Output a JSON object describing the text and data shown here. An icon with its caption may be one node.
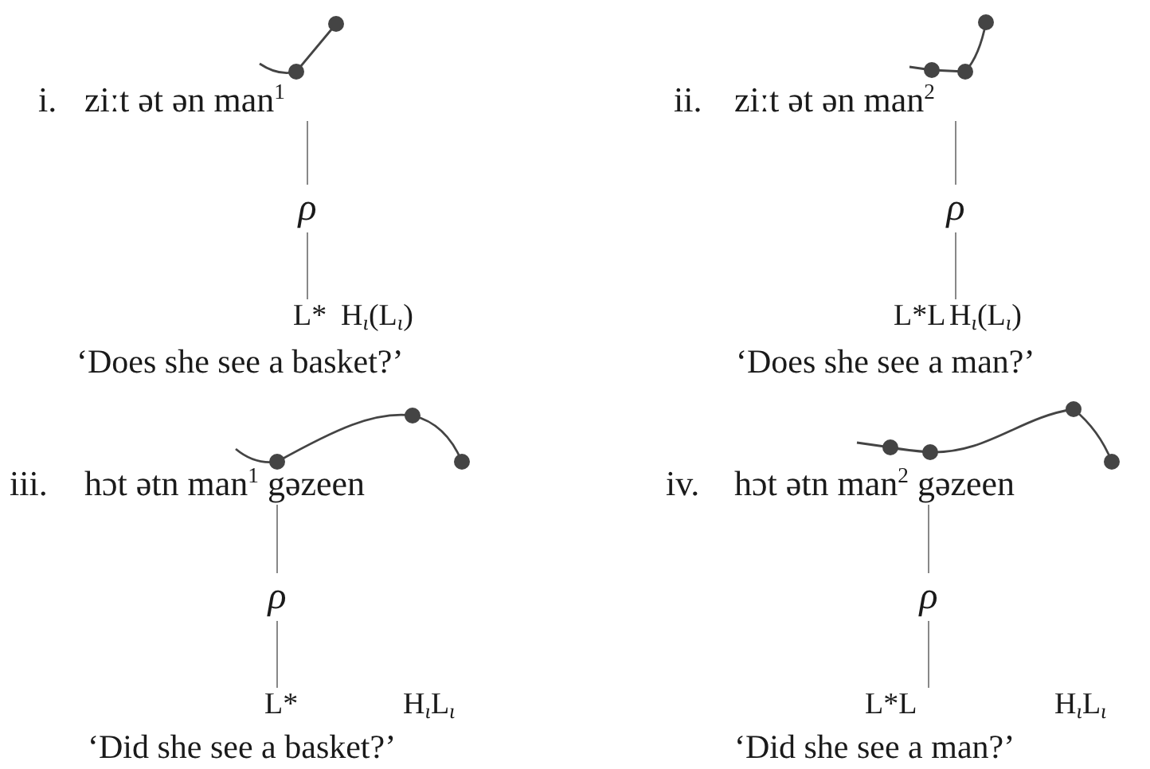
{
  "diagram": {
    "nodes": [
      {
        "text": [
          "ziːt ət ən man$^{1}$"
        ],
        "beside": [
          "i."
        ]
      },
      {
        "text": [
          "ρ"
        ]
      },
      {
        "text": [
          "L*"
        ]
      },
      {
        "text": [
          "ziːt ət ən man$^{2}$"
        ],
        "beside": [
          "ii."
        ]
      },
      {
        "text": [
          "ρ"
        ]
      },
      {
        "text": [
          "L*L"
        ]
      },
      {
        "text": [
          "hɔt ətn man$^{1}$ gəzeen"
        ],
        "beside": [
          "iii."
        ]
      },
      {
        "text": [
          "ρ"
        ]
      },
      {
        "text": [
          "L*"
        ]
      },
      {
        "text": [
          "hɔt ətn man$^{2}$ gəzeen"
        ],
        "beside": [
          "iv."
        ]
      },
      {
        "text": [
          "ρ"
        ]
      },
      {
        "text": [
          "L*L"
        ]
      }
    ],
    "edges": [
      {
        "from": 0,
        "to": 1,
        "arrow": "none"
      },
      {
        "from": 1,
        "to": 2,
        "arrow": "none"
      },
      {
        "from": 3,
        "to": 4,
        "arrow": "none"
      },
      {
        "from": 4,
        "to": 5,
        "arrow": "none"
      },
      {
        "from": 6,
        "to": 7,
        "arrow": "none"
      },
      {
        "from": 7,
        "to": 8,
        "arrow": "none"
      },
      {
        "from": 9,
        "to": 10,
        "arrow": "none"
      },
      {
        "from": 10,
        "to": 11,
        "arrow": "none"
      }
    ],
    "labels": [
      "H$_{ι}$(L$_{ι}$)",
      "‘Does she see a basket?’",
      "H$_{ι}$(L$_{ι}$)",
      "‘Does she see a man?’",
      "H$_{ι}$L$_{ι}$",
      "‘Did she see a basket?’",
      "H$_{ι}$L$_{ι}$",
      "‘Did she see a man?’"
    ]
  }
}
